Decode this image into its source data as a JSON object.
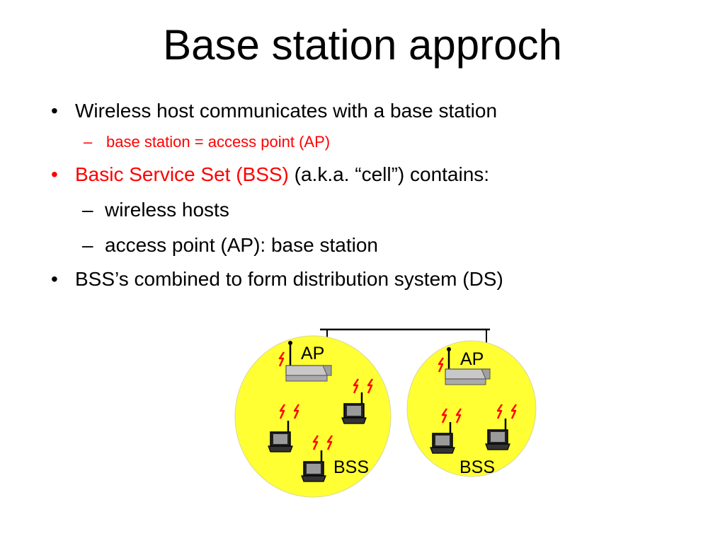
{
  "title": "Base station approch",
  "bullets": [
    {
      "marker": "•",
      "text": "Wireless host communicates with a base station",
      "subs": [
        {
          "marker": "–",
          "text": "base station = access point (AP)"
        }
      ]
    },
    {
      "marker": "•",
      "text_highlight": "Basic Service Set (BSS)",
      "text_rest": " (a.k.a. “cell”) contains:",
      "subs": [
        {
          "marker": "–",
          "text": "wireless hosts"
        },
        {
          "marker": "–",
          "text": "access point (AP): base station"
        }
      ]
    },
    {
      "marker": "•",
      "text": "BSS’s combined to form distribution system (DS)"
    }
  ],
  "diagram": {
    "cells": [
      {
        "ap_label": "AP",
        "bss_label": "BSS"
      },
      {
        "ap_label": "AP",
        "bss_label": "BSS"
      }
    ]
  },
  "colors": {
    "text": "#000000",
    "highlight": "#ff0000",
    "cell_fill": "#ffff33",
    "signal": "#ff0000",
    "device_gray": "#c8c8c8"
  }
}
